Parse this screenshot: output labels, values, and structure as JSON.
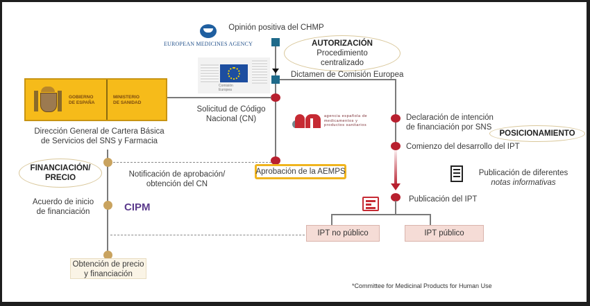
{
  "logos": {
    "ema": "EUROPEAN MEDICINES AGENCY",
    "commission": [
      "Comisión",
      "Europea"
    ],
    "government": {
      "left": [
        "GOBIERNO",
        "DE ESPAÑA"
      ],
      "right": [
        "MINISTERIO",
        "DE SANIDAD"
      ]
    },
    "aemps": [
      "agencia española de",
      "medicamentos y",
      "productos sanitarios"
    ],
    "aemps_mark": "am"
  },
  "authorization": {
    "step1": "Opinión positiva del CHMP",
    "ellipse_title": "AUTORIZACIÓN",
    "ellipse_lines": [
      "Procedimiento",
      "centralizado"
    ],
    "step2": "Dictamen de Comisión Europea",
    "step3": [
      "Solicitud de Código",
      "Nacional (CN)"
    ],
    "approval": "Aprobación de la AEMPS"
  },
  "ministry": {
    "caption": [
      "Dirección General de Cartera Básica",
      "de Servicios del SNS y Farmacia"
    ]
  },
  "positioning": {
    "step1": [
      "Declaración de intención",
      "de financiación por SNS"
    ],
    "ellipse_title": "POSICIONAMIENTO",
    "step2": "Comienzo del desarrollo del IPT",
    "notes": [
      "Publicación de diferentes",
      "notas informativas"
    ],
    "step3": "Publicación del IPT",
    "outcomes": [
      "IPT no público",
      "IPT público"
    ]
  },
  "financing": {
    "ellipse_lines": [
      "FINANCIACIÓN/",
      "PRECIO"
    ],
    "notification": [
      "Notificación de aprobación/",
      "obtención del CN"
    ],
    "agreement": [
      "Acuerdo de inicio",
      "de financiación"
    ],
    "committee": "CIPM",
    "result": [
      "Obtención de precio",
      "y financiación"
    ]
  },
  "footnote": "*Committee for Medicinal Products for Human Use",
  "colors": {
    "square": "#1f6a8a",
    "red_dot": "#b8202f",
    "gold_dot": "#c9a35f",
    "gov_yellow": "#f6bb1a",
    "approval_border": "#f0b41e",
    "cipm": "#5b3a8c",
    "pink_box": "#f5dcd6"
  }
}
